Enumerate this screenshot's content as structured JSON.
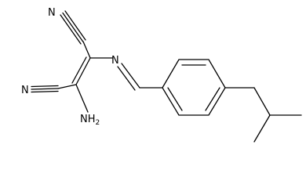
{
  "molecule": {
    "atoms": {
      "nitrile_n_top": "N",
      "nitrile_n_bottom": "N",
      "imine_n": "N",
      "amine": "NH",
      "amine_subscript": "2"
    }
  },
  "colors": {
    "bond": "#000000",
    "label": "#000000",
    "background": "#ffffff"
  }
}
